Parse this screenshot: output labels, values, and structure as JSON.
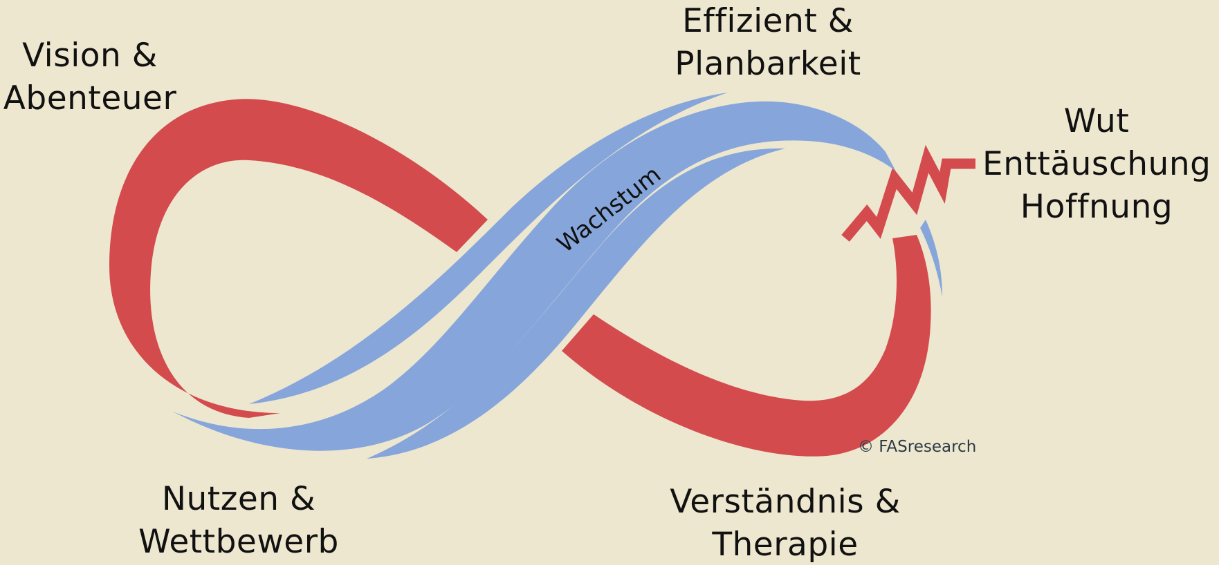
{
  "diagram": {
    "labels": {
      "vision": [
        "Vision &",
        "Abenteuer"
      ],
      "effizient": [
        "Effizient &",
        "Planbarkeit"
      ],
      "wut": [
        "Wut",
        "Enttäuschung",
        "Hoffnung"
      ],
      "nutzen": [
        "Nutzen &",
        "Wettbewerb"
      ],
      "verstaendnis": [
        "Verständnis &",
        "Therapie"
      ]
    },
    "band_label": "Wachstum",
    "copyright": "© FASresearch",
    "colors": {
      "background": "#eee7cf",
      "red_loop": "#d44b4e",
      "blue_band": "#86a6db",
      "text": "#111111"
    }
  }
}
